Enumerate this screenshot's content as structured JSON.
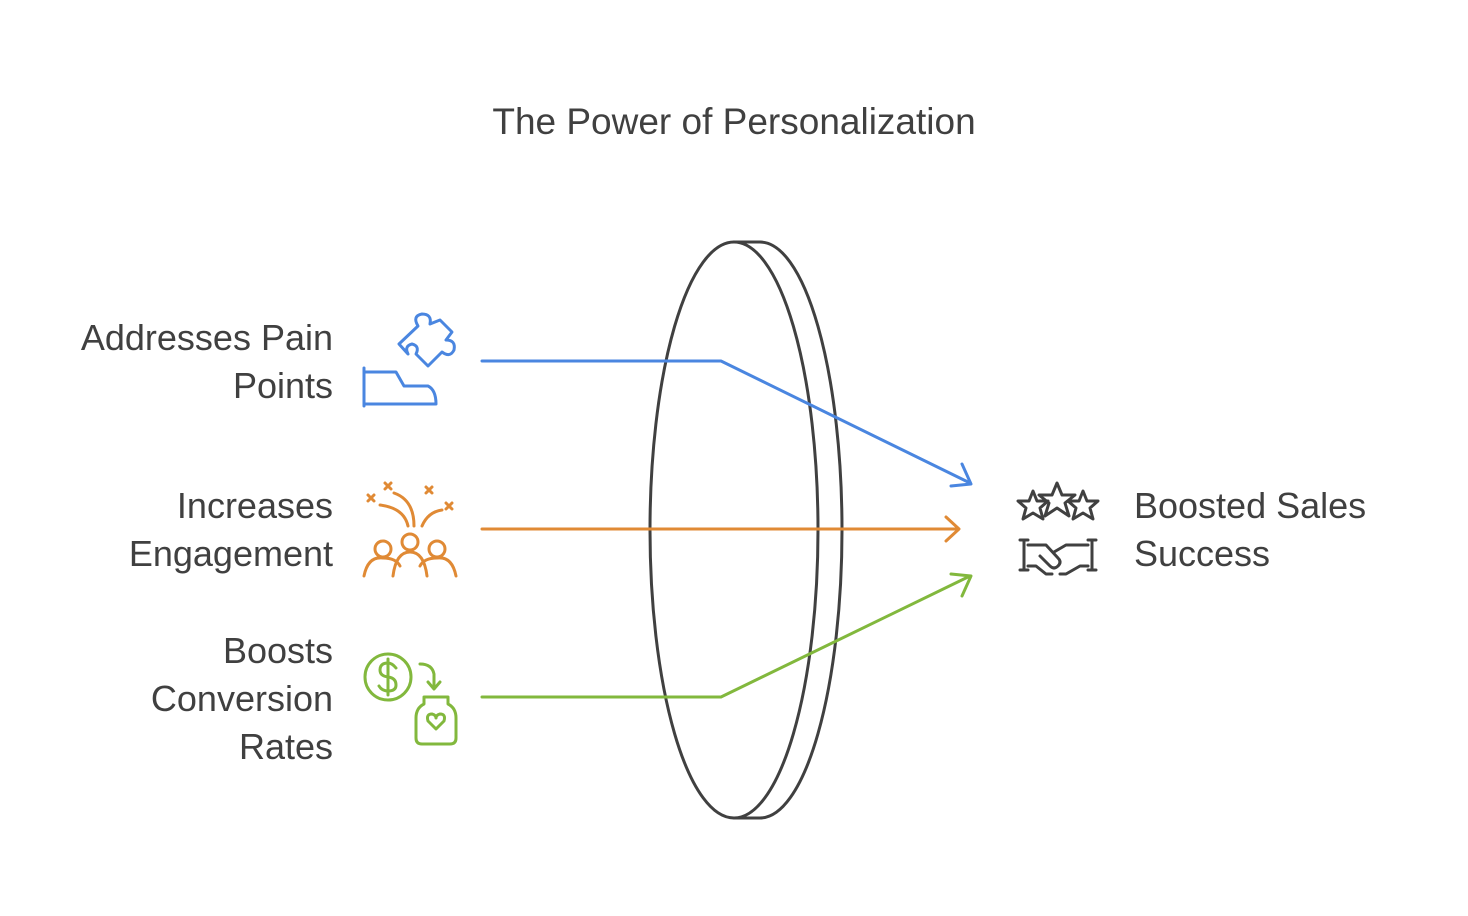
{
  "title": "The Power of Personalization",
  "inputs": [
    {
      "lines": [
        "Addresses Pain",
        "Points"
      ],
      "icon": "hand-puzzle-icon",
      "color": "#4a86e0"
    },
    {
      "lines": [
        "Increases",
        "Engagement"
      ],
      "icon": "celebrating-crowd-icon",
      "color": "#e08a35"
    },
    {
      "lines": [
        "Boosts",
        "Conversion",
        "Rates"
      ],
      "icon": "money-to-heart-jar-icon",
      "color": "#82b83d"
    }
  ],
  "output": {
    "lines": [
      "Boosted Sales",
      "Success"
    ],
    "icon": "stars-handshake-icon",
    "color": "#404040"
  },
  "lens": {
    "stroke": "#404040"
  }
}
